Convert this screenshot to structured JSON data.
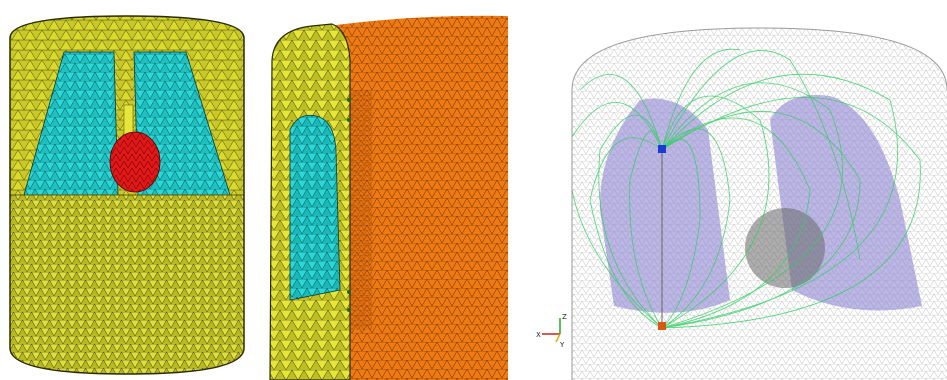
{
  "figure": {
    "panels": [
      {
        "id": "mesh-cross-section",
        "content": "tetrahedral-mesh-cutaway"
      },
      {
        "id": "mesh-surface-view",
        "content": "tetrahedral-mesh-surface"
      },
      {
        "id": "field-line-render",
        "content": "magnetic-field-lines"
      }
    ],
    "colors": {
      "mesh_yellow": "#e8e83a",
      "mesh_yellow_dark": "#b8b820",
      "mesh_cyan": "#27d6d6",
      "mesh_red": "#e11818",
      "mesh_orange": "#f07a12",
      "field_green": "#30d060",
      "region_purple": "#8e86d0",
      "wire_gray": "#b8b8b8",
      "axis_red": "#cc2222",
      "axis_green": "#22aa22",
      "axis_yellow": "#d4b000"
    },
    "axes_triad": {
      "z_label": "Z",
      "x_label": "X",
      "y_label": "Y"
    }
  }
}
